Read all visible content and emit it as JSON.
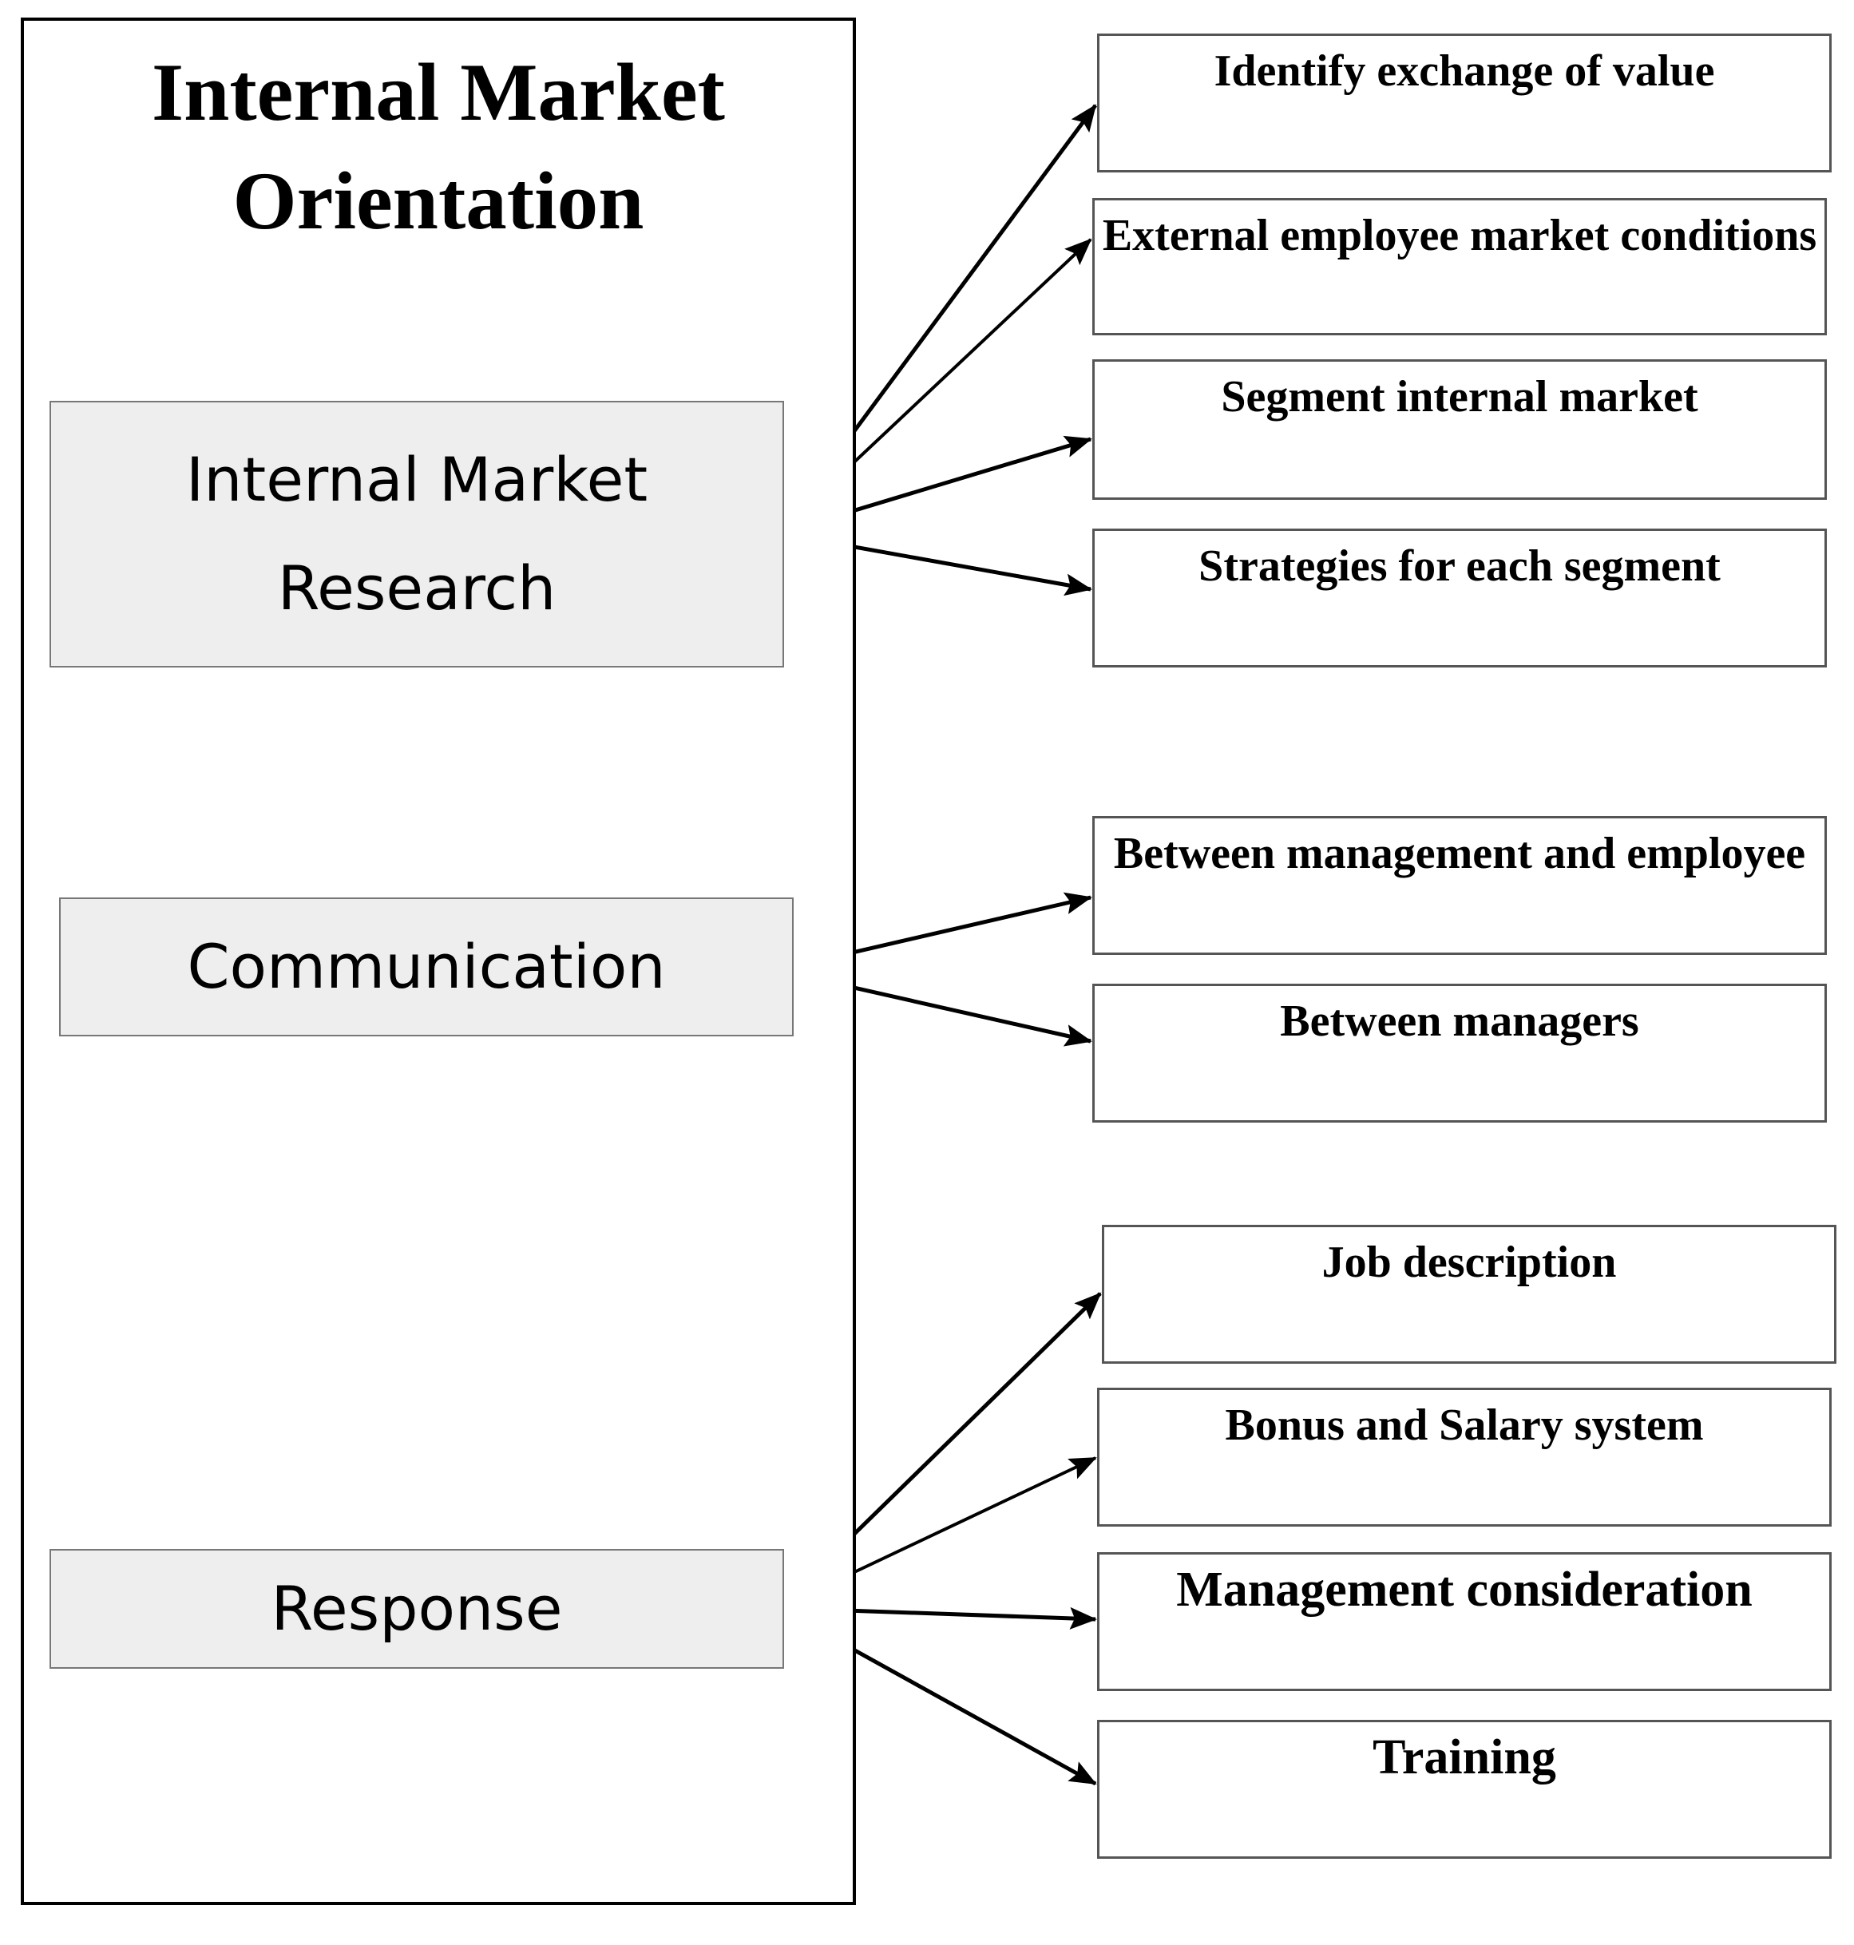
{
  "title": "Internal Market Orientation",
  "categories": {
    "research": "Internal Market Research",
    "communication": "Communication",
    "response": "Response"
  },
  "items": {
    "research": [
      "Identify exchange of value",
      "External employee market conditions",
      "Segment internal market",
      "Strategies for each segment"
    ],
    "communication": [
      "Between management and employee",
      "Between managers"
    ],
    "response": [
      "Job description",
      "Bonus and Salary system",
      "Management consideration",
      "Training"
    ]
  }
}
